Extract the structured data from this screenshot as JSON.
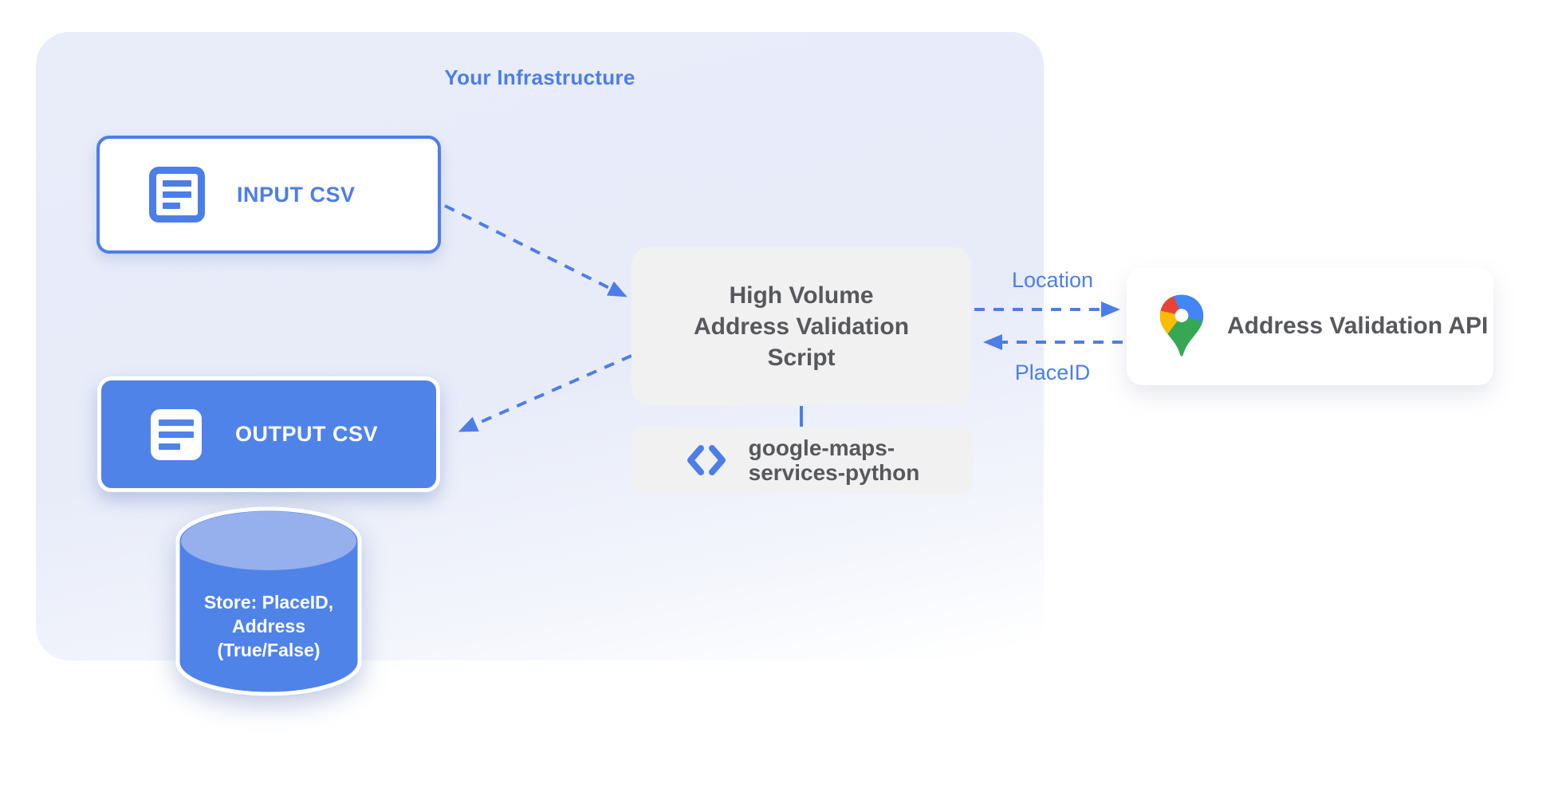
{
  "title": "Your Infrastructure",
  "nodes": {
    "input_csv": {
      "label": "INPUT CSV",
      "icon": "document-list-icon"
    },
    "output_csv": {
      "label": "OUTPUT CSV",
      "icon": "document-list-icon"
    },
    "script": {
      "label": "High Volume Address Validation Script",
      "lines": [
        "High Volume",
        "Address Validation",
        "Script"
      ]
    },
    "library": {
      "label": "google-maps-services-python",
      "lines": [
        "google-maps-",
        "services-python"
      ],
      "icon": "code-brackets-icon"
    },
    "api": {
      "label": "Address Validation API",
      "icon": "google-maps-pin-icon"
    },
    "datastore": {
      "label": "Store: PlaceID, Address (True/False)",
      "lines": [
        "Store: PlaceID,",
        "Address",
        "(True/False)"
      ]
    }
  },
  "edges": {
    "location_label": "Location",
    "placeid_label": "PlaceID",
    "flows": [
      "input-csv -> script",
      "script -> output-csv",
      "script -> api (Location)",
      "api -> script (PlaceID)",
      "script -> library"
    ]
  },
  "colors": {
    "accent_blue": "#4C7EE8",
    "fill_blue": "#4F83E8",
    "container_bg": "#E8ECF9",
    "box_gray": "#F1F1F2",
    "text_gray": "#57585C",
    "cylinder_top": "#96AFED",
    "maps_pin_red": "#EA4335",
    "maps_pin_blue": "#4285F4",
    "maps_pin_yellow": "#FBBC04",
    "maps_pin_green": "#34A853"
  }
}
